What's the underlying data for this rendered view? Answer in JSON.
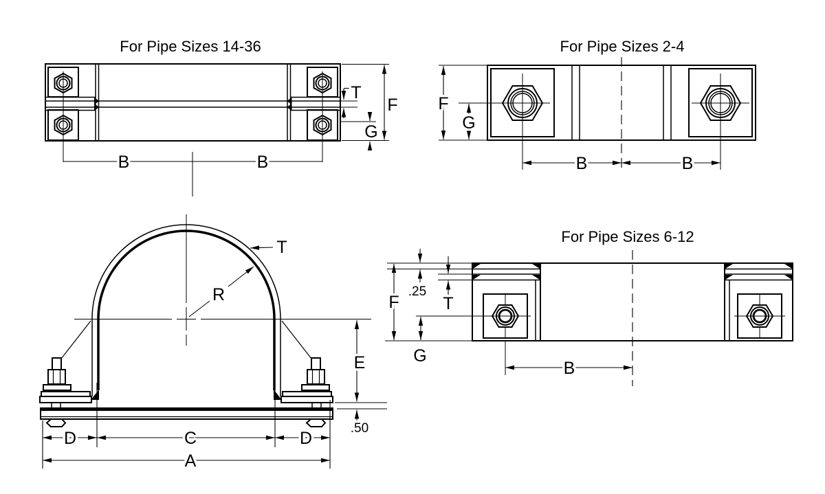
{
  "colors": {
    "line": "#000000",
    "background": "#ffffff"
  },
  "top_left": {
    "title": "For Pipe Sizes 14-36",
    "dim_t": "T",
    "dim_f": "F",
    "dim_g": "G",
    "dim_b1": "B",
    "dim_b2": "B"
  },
  "top_right": {
    "title": "For Pipe Sizes 2-4",
    "dim_f": "F",
    "dim_g": "G",
    "dim_b1": "B",
    "dim_b2": "B"
  },
  "bottom_left": {
    "dim_t": "T",
    "dim_r": "R",
    "dim_e": "E",
    "dim_plate": ".50",
    "dim_d1": "D",
    "dim_c": "C",
    "dim_d2": "D",
    "dim_a": "A"
  },
  "bottom_right": {
    "title": "For Pipe Sizes 6-12",
    "dim_pad": ".25",
    "dim_t": "T",
    "dim_f": "F",
    "dim_g": "G",
    "dim_b": "B"
  }
}
